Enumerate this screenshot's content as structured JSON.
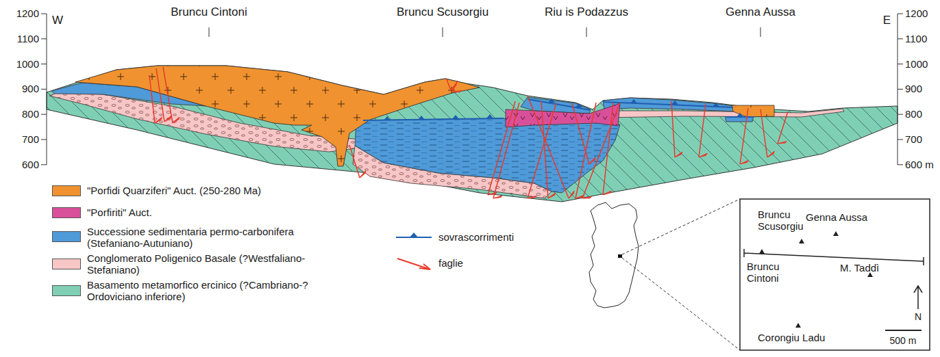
{
  "diagram": {
    "labels": [
      "W",
      "E",
      "Bruncu Cintoni",
      "Bruncu Scusorgiu",
      "Riu is Podazzus",
      "Genna Aussa",
      "1200",
      "1100",
      "1000",
      "900",
      "800",
      "700",
      "600",
      "1200",
      "1100",
      "1000",
      "900",
      "800",
      "700",
      "600 m",
      "Bruncu Scusorgiu",
      "Genna Aussa",
      "Bruncu Cintoni",
      "M. Taddì",
      "Corongiu Ladu",
      "N",
      "500 m"
    ],
    "legend": [
      {
        "text": "\"Porfidi Quarziferi\" Auct. (250-280 Ma)",
        "color": "#f0922f"
      },
      {
        "text": "\"Porfiriti\" Auct.",
        "color": "#d9509a"
      },
      {
        "text": "Successione sedimentaria permo-carbonifera (Stefaniano-Autuniano)",
        "color": "#4f9ad8"
      },
      {
        "text": "Conglomerato Poligenico Basale (?Westfaliano-Stefaniano)",
        "color": "#f7c6c6"
      },
      {
        "text": "Basamento metamorfico ercinico (?Cambriano-?Ordoviciano inferiore)",
        "color": "#7fcfb5"
      },
      {
        "text": "sovrascorrimenti"
      },
      {
        "text": "faglie"
      }
    ]
  }
}
